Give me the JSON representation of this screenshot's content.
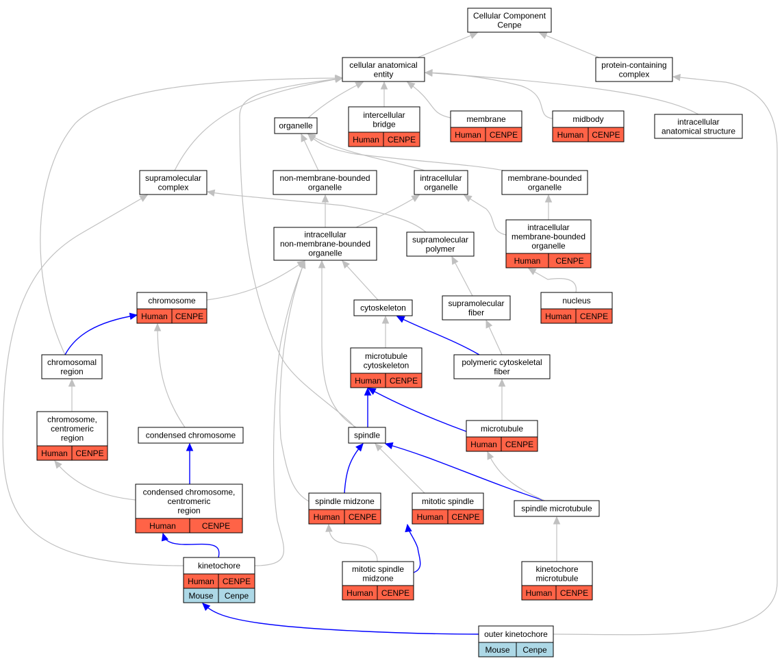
{
  "nodes": {
    "cc": [
      "Cellular Component",
      "Cenpe"
    ],
    "cae": [
      "cellular anatomical",
      "entity"
    ],
    "pcc": [
      "protein-containing",
      "complex"
    ],
    "organelle": [
      "organelle"
    ],
    "ib": [
      "intercellular",
      "bridge"
    ],
    "membrane": [
      "membrane"
    ],
    "midbody": [
      "midbody"
    ],
    "ias": [
      "intracellular",
      "anatomical structure"
    ],
    "smc": [
      "supramolecular",
      "complex"
    ],
    "nmbo": [
      "non-membrane-bounded",
      "organelle"
    ],
    "io": [
      "intracellular",
      "organelle"
    ],
    "mbo": [
      "membrane-bounded",
      "organelle"
    ],
    "inmbo": [
      "intracellular",
      "non-membrane-bounded",
      "organelle"
    ],
    "smp": [
      "supramolecular",
      "polymer"
    ],
    "imbo": [
      "intracellular",
      "membrane-bounded",
      "organelle"
    ],
    "chromosome": [
      "chromosome"
    ],
    "cytoskeleton": [
      "cytoskeleton"
    ],
    "smf": [
      "supramolecular",
      "fiber"
    ],
    "nucleus": [
      "nucleus"
    ],
    "chromreg": [
      "chromosomal",
      "region"
    ],
    "mtcs": [
      "microtubule",
      "cytoskeleton"
    ],
    "pcf": [
      "polymeric cytoskeletal",
      "fiber"
    ],
    "ccr": [
      "chromosome,",
      "centromeric",
      "region"
    ],
    "condchr": [
      "condensed chromosome"
    ],
    "spindle": [
      "spindle"
    ],
    "microtubule": [
      "microtubule"
    ],
    "ccrr": [
      "condensed chromosome,",
      "centromeric",
      "region"
    ],
    "smz": [
      "spindle midzone"
    ],
    "ms": [
      "mitotic spindle"
    ],
    "smt": [
      "spindle microtubule"
    ],
    "kinetochore": [
      "kinetochore"
    ],
    "msmz": [
      "mitotic spindle",
      "midzone"
    ],
    "kmt": [
      "kinetochore",
      "microtubule"
    ],
    "okt": [
      "outer kinetochore"
    ]
  },
  "annotations": {
    "human": [
      "Human",
      "CENPE"
    ],
    "mouse": [
      "Mouse",
      "Cenpe"
    ]
  },
  "colors": {
    "human_cell": "#ff6347",
    "mouse_cell": "#add8e6",
    "edge_is_a": "#c0c0c0",
    "edge_part_of": "#0000ff"
  }
}
